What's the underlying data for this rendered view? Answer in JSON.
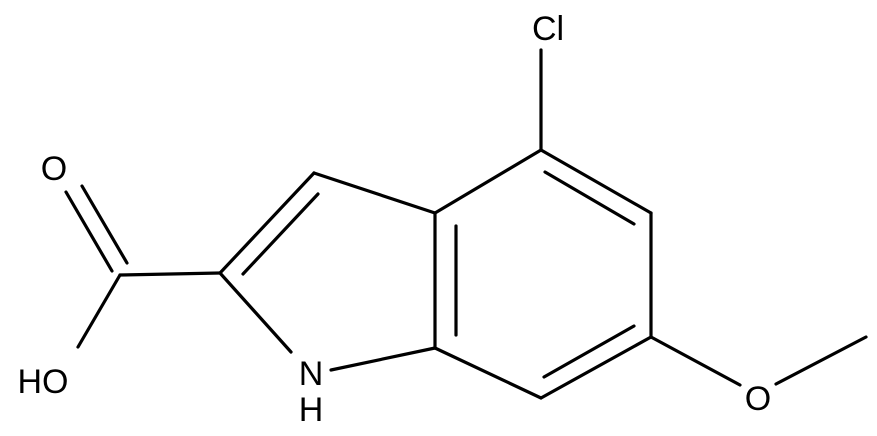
{
  "atoms": {
    "chlorine": "Cl",
    "carbonyl_oxygen": "O",
    "hydroxyl": "HO",
    "nitrogen_h": "H",
    "nitrogen": "N",
    "ether_oxygen": "O"
  },
  "colors": {
    "bond": "#000000",
    "label": "#000000",
    "background": "#ffffff"
  }
}
